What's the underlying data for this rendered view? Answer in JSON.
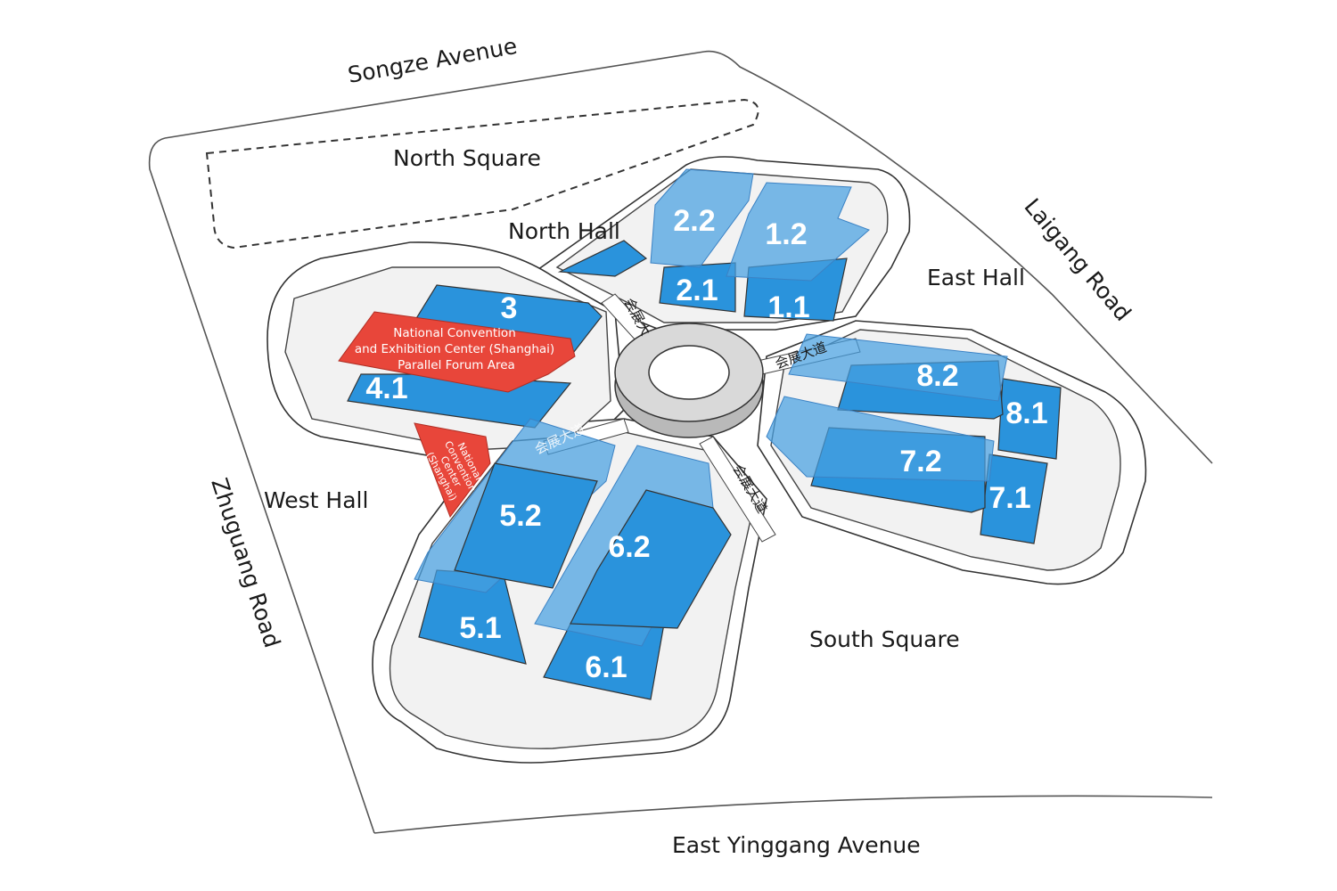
{
  "roads": {
    "north": "Songze Avenue",
    "east": "Laigang Road",
    "west": "Zhuguang Road",
    "south": "East Yinggang Avenue"
  },
  "areas": {
    "north_square": "North Square",
    "south_square": "South Square",
    "north_hall": "North Hall",
    "east_hall": "East Hall",
    "west_hall": "West Hall"
  },
  "halls": {
    "h1_1": "1.1",
    "h1_2": "1.2",
    "h2_1": "2.1",
    "h2_2": "2.2",
    "h3": "3",
    "h4_1": "4.1",
    "h5_1": "5.1",
    "h5_2": "5.2",
    "h6_1": "6.1",
    "h6_2": "6.2",
    "h7_1": "7.1",
    "h7_2": "7.2",
    "h8_1": "8.1",
    "h8_2": "8.2"
  },
  "venues": {
    "forum_line1": "National Convention",
    "forum_line2": "and Exhibition Center (Shanghai)",
    "forum_line3": "Parallel Forum Area",
    "center_line1": "National",
    "center_line2": "Convention",
    "center_line3": "Center",
    "center_line4": "(Shanghai)"
  },
  "avenue_labels": {
    "north": "会展大",
    "east": "会展大道",
    "southwest": "会展大道",
    "southeast": "会展大道"
  },
  "colors": {
    "hall_blue": "#2a93dc",
    "venue_red": "#e8463a"
  }
}
